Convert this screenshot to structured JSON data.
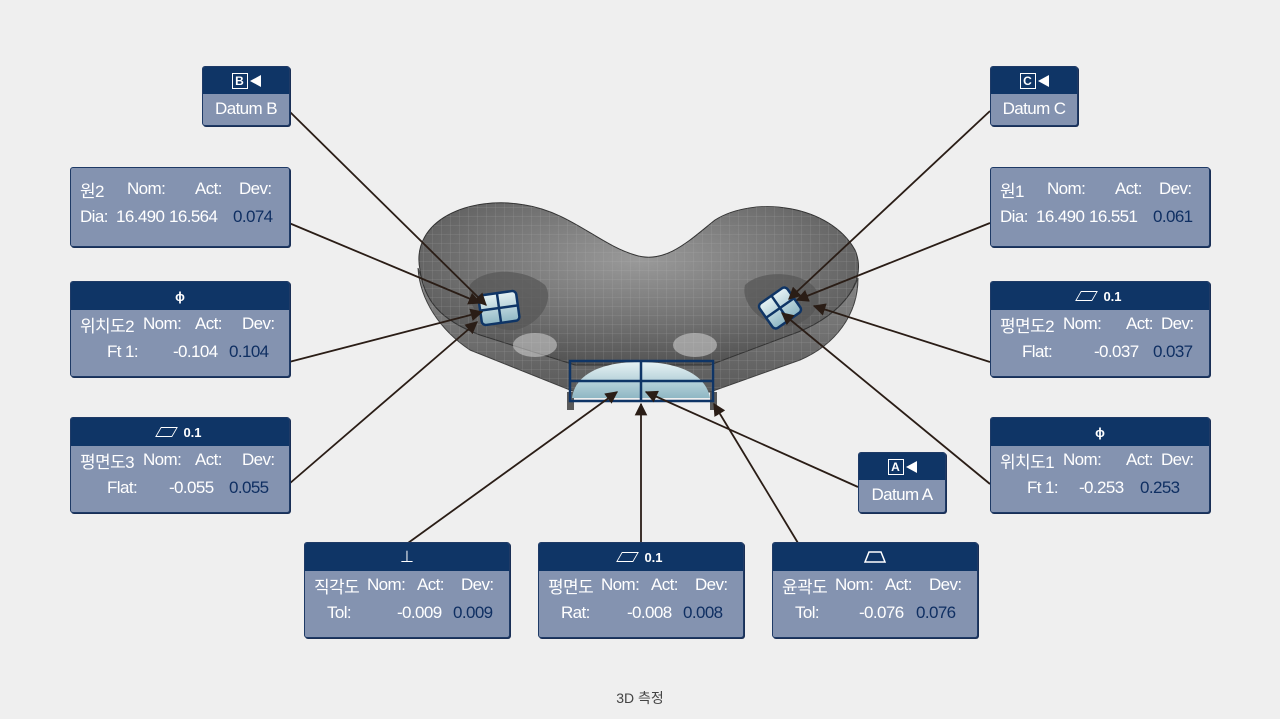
{
  "datums": {
    "b": {
      "letter": "B",
      "label": "Datum B"
    },
    "c": {
      "letter": "C",
      "label": "Datum C"
    },
    "a": {
      "letter": "A",
      "label": "Datum A"
    }
  },
  "callouts": {
    "circle2": {
      "title": "원2",
      "nom_h": "Nom:",
      "act_h": "Act:",
      "dev_h": "Dev:",
      "param": "Dia:",
      "nom": "16.490",
      "act": "16.564",
      "dev": "0.074"
    },
    "circle1": {
      "title": "원1",
      "nom_h": "Nom:",
      "act_h": "Act:",
      "dev_h": "Dev:",
      "param": "Dia:",
      "nom": "16.490",
      "act": "16.551",
      "dev": "0.061"
    },
    "position2": {
      "symbol": "ϕ",
      "tol": "",
      "title": "위치도2",
      "nom_h": "Nom:",
      "act_h": "Act:",
      "dev_h": "Dev:",
      "param": "Ft 1:",
      "act": "-0.104",
      "dev": "0.104"
    },
    "flatness2": {
      "tol": "0.1",
      "title": "평면도2",
      "nom_h": "Nom:",
      "act_h": "Act:",
      "dev_h": "Dev:",
      "param": "Flat:",
      "act": "-0.037",
      "dev": "0.037"
    },
    "flatness3": {
      "tol": "0.1",
      "title": "평면도3",
      "nom_h": "Nom:",
      "act_h": "Act:",
      "dev_h": "Dev:",
      "param": "Flat:",
      "act": "-0.055",
      "dev": "0.055"
    },
    "position1": {
      "symbol": "ϕ",
      "title": "위치도1",
      "nom_h": "Nom:",
      "act_h": "Act:",
      "dev_h": "Dev:",
      "param": "Ft 1:",
      "act": "-0.253",
      "dev": "0.253"
    },
    "perpendicularity": {
      "symbol": "⊥",
      "title": "직각도",
      "nom_h": "Nom:",
      "act_h": "Act:",
      "dev_h": "Dev:",
      "param": "Tol:",
      "act": "-0.009",
      "dev": "0.009"
    },
    "flatness": {
      "tol": "0.1",
      "title": "평면도",
      "nom_h": "Nom:",
      "act_h": "Act:",
      "dev_h": "Dev:",
      "param": "Rat:",
      "act": "-0.008",
      "dev": "0.008"
    },
    "profile": {
      "title": "윤곽도",
      "nom_h": "Nom:",
      "act_h": "Act:",
      "dev_h": "Dev:",
      "param": "Tol:",
      "act": "-0.076",
      "dev": "0.076"
    }
  },
  "caption": "3D 측정",
  "colors": {
    "header": "#0f3566",
    "body": "#8493b0",
    "deviation_text": "#0f2f62",
    "leader": "#2a1d16",
    "background": "#efefef"
  }
}
